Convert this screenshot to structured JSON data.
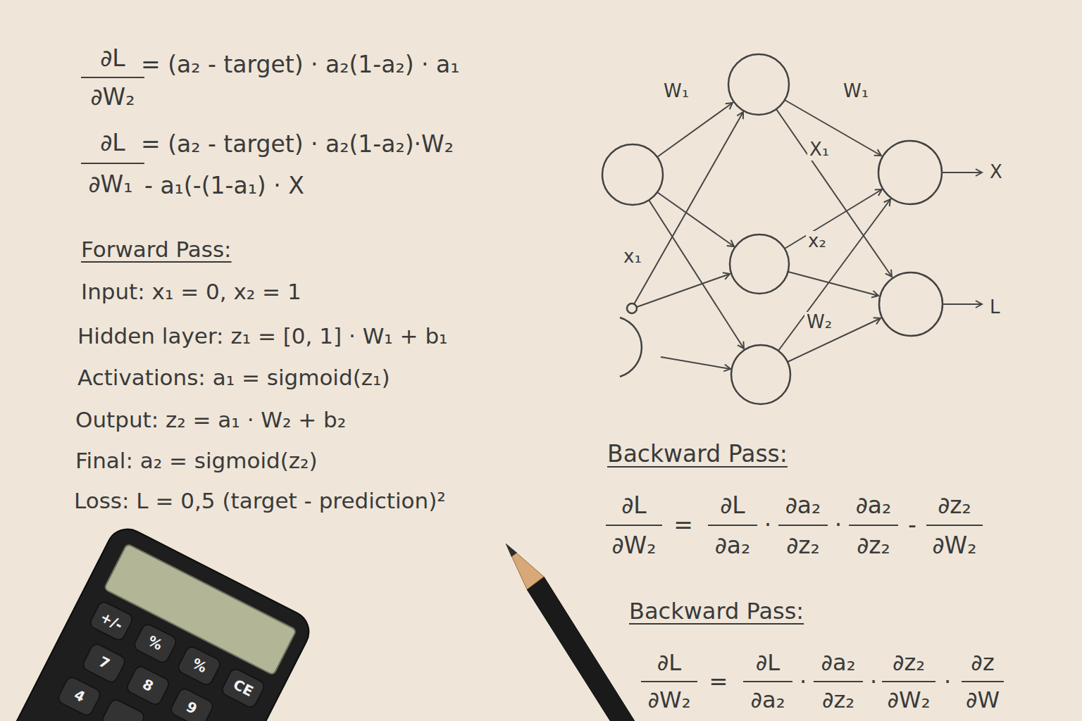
{
  "diagram": {
    "labels": [
      "∂L",
      "= (a₂ - target) · a₂(1-a₂) · a₁",
      "∂W₂",
      "∂L",
      "= (a₂ - target) · a₂(1-a₂)·W₂",
      "∂W₁",
      "- a₁(-(1-a₁) · X",
      "Forward Pass:",
      "Input: x₁ = 0, x₂ = 1",
      "Hidden layer: z₁ = [0, 1] · W₁ + b₁",
      "Activations: a₁ = sigmoid(z₁)",
      "Output: z₂ = a₁ · W₂ + b₂",
      "Final: a₂ = sigmoid(z₂)",
      "Loss: L = 0,5 (target - prediction)²",
      "W₁",
      "W₁",
      "X₁",
      "x₁",
      "x₂",
      "W₂",
      "X",
      "L",
      "Backward Pass:",
      "∂L",
      "∂W₂",
      "=",
      "∂L",
      "∂a₂",
      "·",
      "∂a₂",
      "∂z₂",
      "·",
      "∂a₂",
      "∂z₂",
      "-",
      "∂z₂",
      "∂W₂",
      "Backward Pass:",
      "∂L",
      "∂W₂",
      "=",
      "∂L",
      "∂a₂",
      "·",
      "∂a₂",
      "∂z₂",
      "·",
      "∂z₂",
      "∂W₂",
      "·",
      "∂z",
      "∂W",
      "+/-",
      "%",
      "%",
      "CE",
      "7",
      "8",
      "9",
      "4"
    ]
  }
}
